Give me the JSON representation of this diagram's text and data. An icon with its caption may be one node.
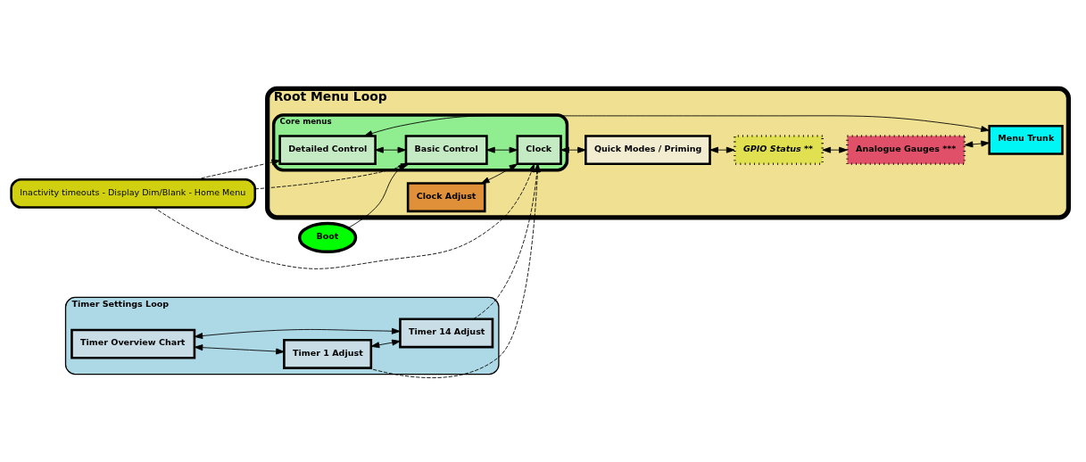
{
  "diagram": {
    "nodes": [
      {
        "text": [
          "Root Menu Loop"
        ]
      },
      {
        "text": [
          "Clock Adjust"
        ],
        "in": 0
      },
      {
        "text": [
          "Menu Trunk"
        ],
        "in": 0
      },
      {
        "text": [
          "Core menus"
        ],
        "in": 0
      },
      {
        "text": [
          "Detailed Control"
        ],
        "in": 3
      },
      {
        "text": [
          "Basic Control"
        ],
        "in": 3
      },
      {
        "text": [
          "Clock"
        ],
        "in": 3
      },
      {
        "text": [
          "Quick Modes / Priming"
        ],
        "in": 0
      },
      {
        "text": [
          "GPIO Status **"
        ],
        "in": 0
      },
      {
        "text": [
          "Analogue Gauges ***"
        ],
        "in": 0
      },
      {
        "text": [
          "Boot"
        ]
      },
      {
        "text": [
          "Inactivity timeouts - Display Dim/Blank - Home Menu"
        ]
      },
      {
        "text": [
          "Timer Settings Loop"
        ]
      },
      {
        "text": [
          "Timer Overview Chart"
        ],
        "in": 12
      },
      {
        "text": [
          "Timer 1 Adjust"
        ],
        "in": 12
      },
      {
        "text": [
          "Timer 14 Adjust"
        ],
        "in": 12
      }
    ],
    "edges": [
      {
        "from": 2,
        "to": 4,
        "arrow": "both"
      },
      {
        "from": 4,
        "to": 5,
        "arrow": "both"
      },
      {
        "from": 5,
        "to": 6,
        "arrow": "both"
      },
      {
        "from": 6,
        "to": 7,
        "arrow": "both"
      },
      {
        "from": 7,
        "to": 8,
        "arrow": "both"
      },
      {
        "from": 8,
        "to": 9,
        "arrow": "both"
      },
      {
        "from": 1,
        "to": 6,
        "arrow": "both"
      },
      {
        "from": 9,
        "to": 2,
        "arrow": "both"
      },
      {
        "from": 10,
        "to": 5,
        "arrow": "to"
      },
      {
        "from": 11,
        "to": 4,
        "arrow": "to",
        "style": "dashed"
      },
      {
        "from": 11,
        "to": 5,
        "arrow": "to",
        "style": "dashed"
      },
      {
        "from": 11,
        "to": 6,
        "arrow": "to",
        "style": "dashed"
      },
      {
        "from": 14,
        "to": 6,
        "arrow": "to",
        "style": "dashed"
      },
      {
        "from": 15,
        "to": 6,
        "arrow": "to",
        "style": "dashed"
      },
      {
        "from": 13,
        "to": 14,
        "arrow": "both"
      },
      {
        "from": 14,
        "to": 15,
        "arrow": "both"
      },
      {
        "from": 15,
        "to": 13,
        "arrow": "both"
      }
    ]
  }
}
